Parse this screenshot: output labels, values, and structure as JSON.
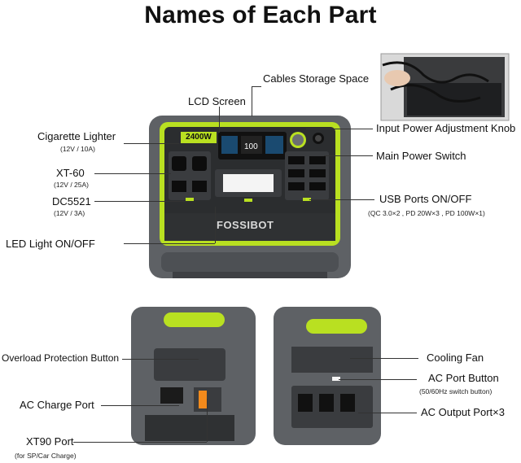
{
  "title": "Names of Each Part",
  "brand_logo": "FOSSIBOT",
  "lcd_reading": "2400W",
  "labels": {
    "cables_storage": "Cables Storage Space",
    "lcd_screen": "LCD Screen",
    "cigarette_lighter": "Cigarette Lighter",
    "cigarette_lighter_spec": "(12V / 10A)",
    "xt60": "XT-60",
    "xt60_spec": "(12V / 25A)",
    "dc5521": "DC5521",
    "dc5521_spec": "(12V / 3A)",
    "led_light": "LED Light ON/OFF",
    "input_knob": "Input Power Adjustment Knob",
    "main_switch": "Main Power Switch",
    "usb_ports": "USB Ports ON/OFF",
    "usb_spec": "(QC 3.0×2 , PD 20W×3 , PD 100W×1)",
    "overload": "Overload Protection Button",
    "ac_charge": "AC Charge Port",
    "xt90": "XT90 Port",
    "xt90_spec": "(for SP/Car Charge)",
    "cooling_fan": "Cooling Fan",
    "ac_port_button": "AC Port Button",
    "ac_port_button_spec": "(50/60Hz switch button)",
    "ac_output": "AC Output Port×3"
  },
  "colors": {
    "accent": "#b9e021",
    "body": "#5d6064",
    "dark": "#2a2c2e"
  }
}
